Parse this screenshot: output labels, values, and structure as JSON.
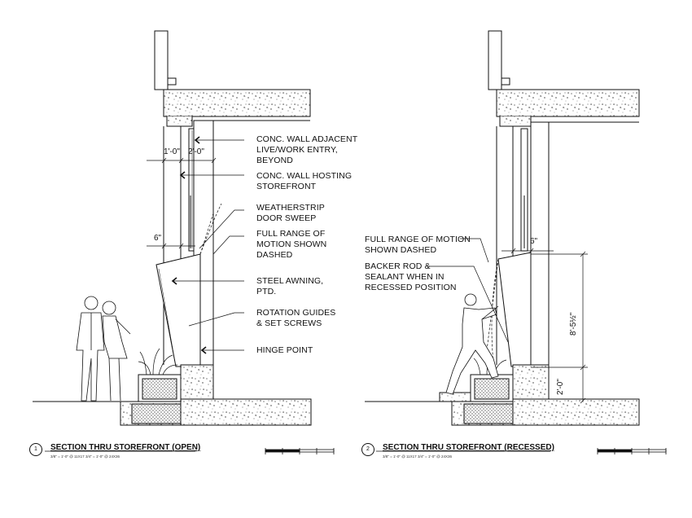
{
  "left_section": {
    "notes": {
      "conc_wall_adjacent": [
        "CONC. WALL ADJACENT",
        "LIVE/WORK ENTRY,",
        "BEYOND"
      ],
      "conc_wall_hosting": [
        "CONC. WALL HOSTING",
        "STOREFRONT"
      ],
      "weatherstrip": [
        "WEATHERSTRIP",
        "DOOR SWEEP"
      ],
      "full_range": [
        "FULL RANGE OF",
        "MOTION SHOWN",
        "DASHED"
      ],
      "steel_awning": [
        "STEEL AWNING,",
        "PTD."
      ],
      "rotation_guides": [
        "ROTATION GUIDES",
        "& SET SCREWS"
      ],
      "hinge_point": [
        "HINGE POINT"
      ]
    },
    "dimensions": {
      "d1": "1'-0\"",
      "d2": "2'-0\"",
      "d3": "6\""
    },
    "title": "SECTION THRU STOREFRONT (OPEN)",
    "number": "1",
    "scale_text": "3/8\" = 1'-0\" @ 11X17     3/4\" = 1'-0\" @ 24X36"
  },
  "right_section": {
    "notes": {
      "full_range": [
        "FULL RANGE OF MOTION",
        "SHOWN DASHED"
      ],
      "backer_rod": [
        "BACKER ROD &",
        "SEALANT WHEN IN",
        "RECESSED POSITION"
      ]
    },
    "dimensions": {
      "d1": "6\"",
      "d2": "8'-5½\"",
      "d3": "2'-0\""
    },
    "title": "SECTION THRU STOREFRONT (RECESSED)",
    "number": "2",
    "scale_text": "3/8\" = 1'-0\" @ 11X17     3/4\" = 1'-0\" @ 24X36"
  }
}
